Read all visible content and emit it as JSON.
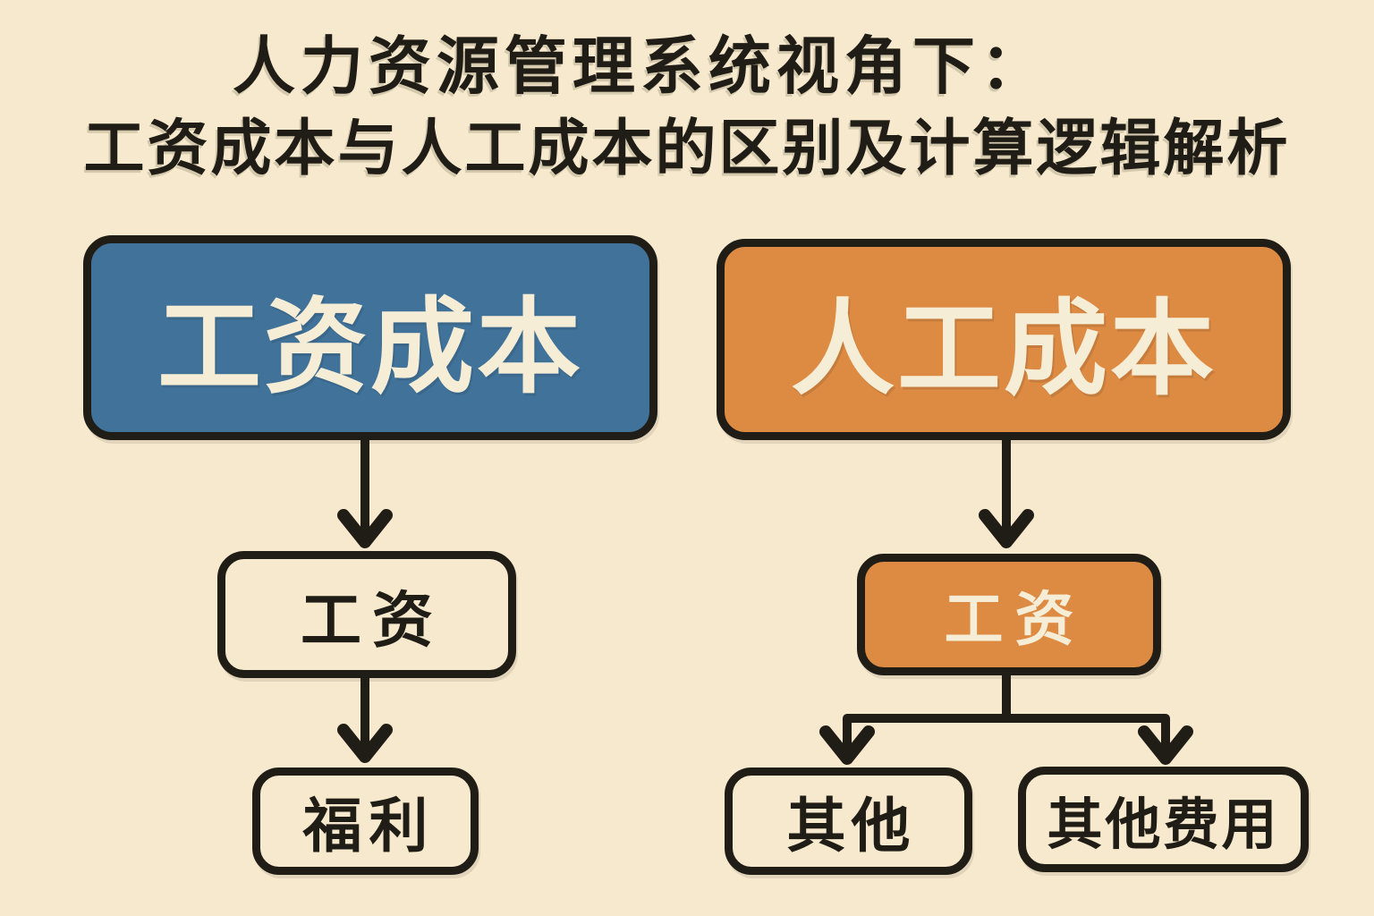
{
  "title": {
    "line1": "人力资源管理系统视角下：",
    "line2": "工资成本与人工成本的区别及计算逻辑解析"
  },
  "flowchart": {
    "left": {
      "root": "工资成本",
      "children": [
        "工资",
        "福利"
      ]
    },
    "right": {
      "root": "人工成本",
      "child": "工资",
      "leaves": [
        "其他",
        "其他费用"
      ]
    }
  },
  "colors": {
    "background": "#f6e9cd",
    "blue": "#41739a",
    "orange": "#dd8b43",
    "ink": "#201d17",
    "cream_text": "#f6edd6"
  }
}
